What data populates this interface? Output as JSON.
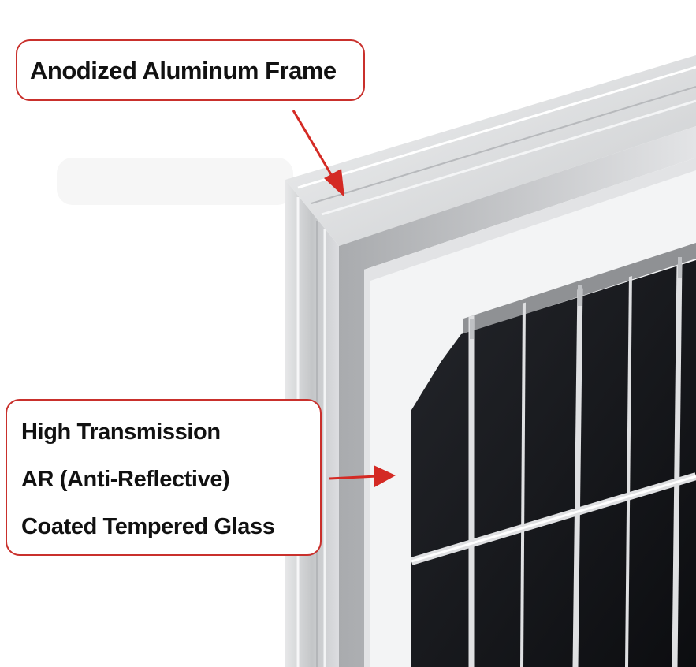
{
  "callouts": {
    "frame": {
      "text": "Anodized Aluminum Frame"
    },
    "glass": {
      "lines": [
        "High Transmission",
        "AR (Anti-Reflective)",
        "Coated Tempered Glass"
      ]
    }
  },
  "colors": {
    "callout_border": "#c9302c",
    "arrow": "#d42a24",
    "frame_aluminum": "#d9dbdd",
    "backsheet": "#f2f3f4",
    "cell": "#141519"
  },
  "icons": {
    "pointer": "red-arrow-icon"
  }
}
